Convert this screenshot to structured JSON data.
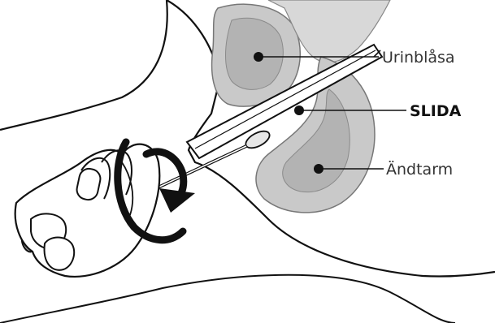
{
  "labels": {
    "bladder": "Urinblåsa",
    "vagina": "SLIDA",
    "rectum": "Ändtarm"
  },
  "colors": {
    "organ_fill": "#c9c9c9",
    "organ_inner": "#b3b3b3",
    "outline": "#111111",
    "background": "#ffffff"
  },
  "icons": {
    "rotation_arrow": "circular-arrow-icon"
  }
}
